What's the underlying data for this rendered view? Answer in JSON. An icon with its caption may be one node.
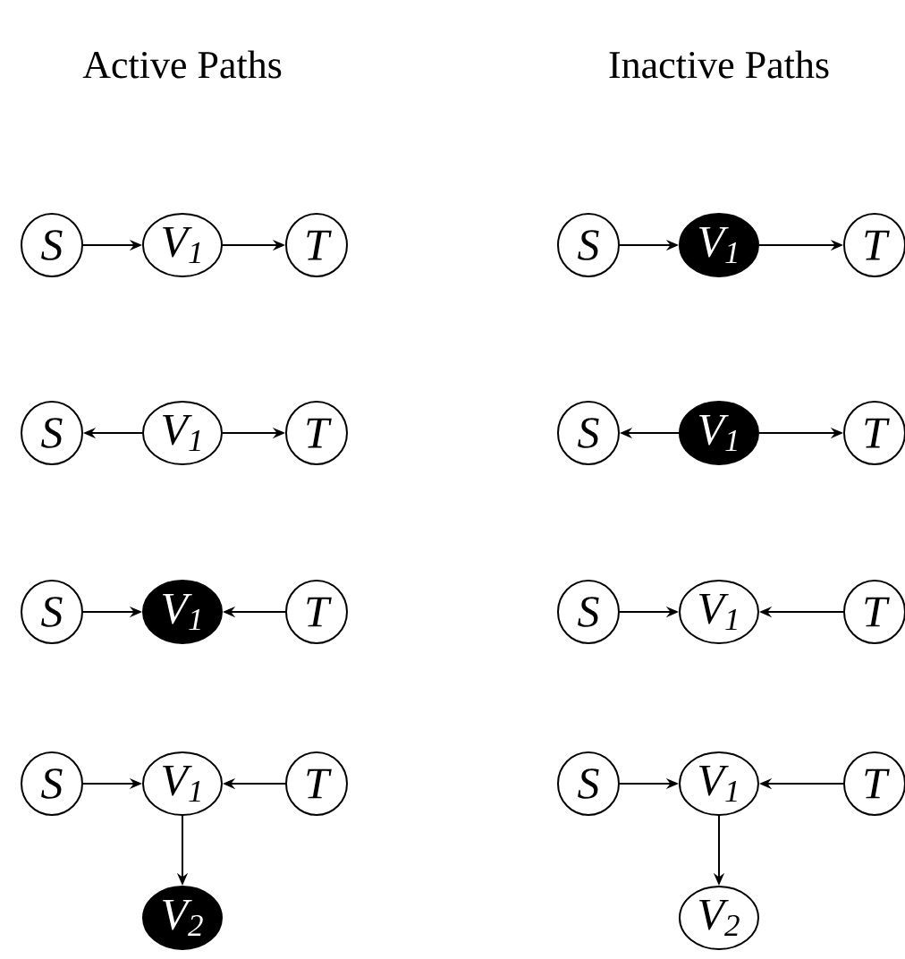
{
  "diagram": {
    "nodes": [
      {
        "text": [
          "S"
        ]
      },
      {
        "text": [
          "V$_{1}$"
        ]
      },
      {
        "text": [
          "T"
        ]
      },
      {
        "text": [
          "S"
        ]
      },
      {
        "text": [
          "V$_{1}$"
        ]
      },
      {
        "text": [
          "T"
        ]
      },
      {
        "text": [
          "S"
        ]
      },
      {
        "text": [
          "V$_{1}$"
        ]
      },
      {
        "text": [
          "T"
        ]
      },
      {
        "text": [
          "S"
        ]
      },
      {
        "text": [
          "V$_{1}$"
        ]
      },
      {
        "text": [
          "T"
        ]
      },
      {
        "text": [
          "V$_{2}$"
        ]
      },
      {
        "text": [
          "S"
        ]
      },
      {
        "text": [
          "V$_{1}$"
        ]
      },
      {
        "text": [
          "T"
        ]
      },
      {
        "text": [
          "S"
        ]
      },
      {
        "text": [
          "V$_{1}$"
        ]
      },
      {
        "text": [
          "T"
        ]
      },
      {
        "text": [
          "S"
        ]
      },
      {
        "text": [
          "V$_{1}$"
        ]
      },
      {
        "text": [
          "T"
        ]
      },
      {
        "text": [
          "S"
        ]
      },
      {
        "text": [
          "V$_{1}$"
        ]
      },
      {
        "text": [
          "T"
        ]
      },
      {
        "text": [
          "V$_{2}$"
        ]
      }
    ],
    "edges": [
      {
        "from": 0,
        "to": 1,
        "arrow": "to"
      },
      {
        "from": 1,
        "to": 2,
        "arrow": "to"
      },
      {
        "from": 4,
        "to": 3,
        "arrow": "to"
      },
      {
        "from": 4,
        "to": 5,
        "arrow": "to"
      },
      {
        "from": 6,
        "to": 7,
        "arrow": "to"
      },
      {
        "from": 8,
        "to": 7,
        "arrow": "to"
      },
      {
        "from": 9,
        "to": 10,
        "arrow": "to"
      },
      {
        "from": 11,
        "to": 10,
        "arrow": "to"
      },
      {
        "from": 10,
        "to": 12,
        "arrow": "to"
      },
      {
        "from": 13,
        "to": 14,
        "arrow": "to"
      },
      {
        "from": 14,
        "to": 15,
        "arrow": "to"
      },
      {
        "from": 17,
        "to": 16,
        "arrow": "to"
      },
      {
        "from": 17,
        "to": 18,
        "arrow": "to"
      },
      {
        "from": 19,
        "to": 20,
        "arrow": "to"
      },
      {
        "from": 21,
        "to": 20,
        "arrow": "to"
      },
      {
        "from": 22,
        "to": 23,
        "arrow": "to"
      },
      {
        "from": 24,
        "to": 23,
        "arrow": "to"
      },
      {
        "from": 23,
        "to": 25,
        "arrow": "to"
      }
    ],
    "labels": [
      "Active Paths",
      "Inactive Paths"
    ]
  }
}
